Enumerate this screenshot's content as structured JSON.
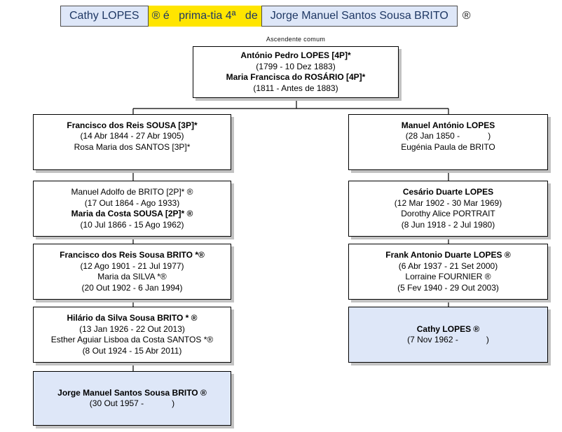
{
  "header": {
    "person_a": "Cathy LOPES",
    "relation": "® é   prima-tia 4ª   de",
    "person_b": "Jorge Manuel Santos Sousa BRITO",
    "registered_suffix": "®"
  },
  "ancestor_label": "Ascendente comum",
  "colors": {
    "relation_yellow": "#ffe500",
    "highlight_blue": "#dee7f8",
    "header_navy": "#1f3864",
    "box_border": "#000000",
    "shadow_gray": "#c2c2c2"
  },
  "tree": {
    "common_ancestor": {
      "lines": [
        {
          "text": "António Pedro LOPES [4P]*",
          "bold": true
        },
        {
          "text": "(1799 - 10 Dez 1883)",
          "bold": false
        },
        {
          "text": "Maria Francisca do ROSÁRIO [4P]*",
          "bold": true
        },
        {
          "text": "(1811 - Antes de 1883)",
          "bold": false
        }
      ]
    },
    "left_branch": [
      {
        "lines": [
          {
            "text": "Francisco dos Reis SOUSA [3P]*",
            "bold": true
          },
          {
            "text": "(14 Abr 1844 - 27 Abr 1905)",
            "bold": false
          },
          {
            "text": "Rosa Maria dos SANTOS [3P]*",
            "bold": false
          }
        ]
      },
      {
        "lines": [
          {
            "text": "Manuel Adolfo de BRITO [2P]* ®",
            "bold": false
          },
          {
            "text": "(17 Out 1864 - Ago 1933)",
            "bold": false
          },
          {
            "text": "Maria da Costa SOUSA [2P]* ®",
            "bold": true
          },
          {
            "text": "(10 Jul 1866 - 15 Ago 1962)",
            "bold": false
          }
        ]
      },
      {
        "lines": [
          {
            "text": "Francisco dos Reis Sousa BRITO *®",
            "bold": true
          },
          {
            "text": "(12 Ago 1901 - 21 Jul 1977)",
            "bold": false
          },
          {
            "text": "Maria da SILVA *®",
            "bold": false
          },
          {
            "text": "(20 Out 1902 - 6 Jan 1994)",
            "bold": false
          }
        ]
      },
      {
        "lines": [
          {
            "text": "Hilário da Silva Sousa BRITO * ®",
            "bold": true
          },
          {
            "text": "(13 Jan 1926 - 22 Out 2013)",
            "bold": false
          },
          {
            "text": "Esther Aguiar Lisboa da Costa SANTOS *®",
            "bold": false
          },
          {
            "text": "(8 Out 1924 - 15 Abr 2011)",
            "bold": false
          }
        ]
      },
      {
        "highlighted": true,
        "lines": [
          {
            "text": "Jorge Manuel Santos Sousa BRITO ®",
            "bold": true
          },
          {
            "text": "(30 Out 1957 -            )",
            "bold": false
          }
        ]
      }
    ],
    "right_branch": [
      {
        "lines": [
          {
            "text": "Manuel António LOPES",
            "bold": true
          },
          {
            "text": "(28 Jan 1850 -            )",
            "bold": false
          },
          {
            "text": "Eugénia Paula de BRITO",
            "bold": false
          }
        ]
      },
      {
        "lines": [
          {
            "text": "Cesário Duarte LOPES",
            "bold": true
          },
          {
            "text": "(12 Mar 1902 - 30 Mar 1969)",
            "bold": false
          },
          {
            "text": "Dorothy Alice PORTRAIT",
            "bold": false
          },
          {
            "text": "(8 Jun 1918 - 2 Jul 1980)",
            "bold": false
          }
        ]
      },
      {
        "lines": [
          {
            "text": "Frank Antonio Duarte LOPES ®",
            "bold": true
          },
          {
            "text": "(6 Abr 1937 - 21 Set 2000)",
            "bold": false
          },
          {
            "text": "Lorraine FOURNIER ®",
            "bold": false
          },
          {
            "text": "(5 Fev 1940 - 29 Out 2003)",
            "bold": false
          }
        ]
      },
      {
        "highlighted": true,
        "lines": [
          {
            "text": "Cathy LOPES ®",
            "bold": true
          },
          {
            "text": "(7 Nov 1962 -            )",
            "bold": false
          }
        ]
      }
    ]
  }
}
